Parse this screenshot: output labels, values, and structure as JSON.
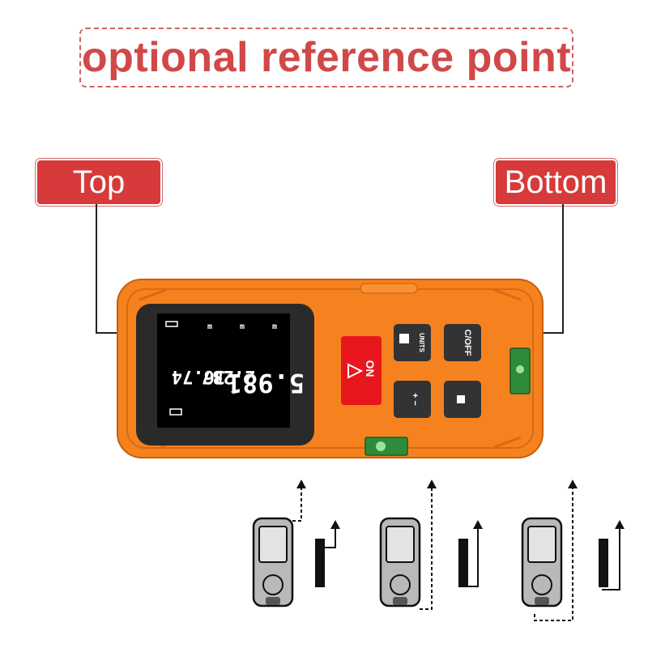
{
  "title": "optional reference point",
  "labels": {
    "top": "Top",
    "bottom": "Bottom"
  },
  "device": {
    "display": {
      "row1": "36.74",
      "row2": "2.287",
      "row3": "5.981",
      "unit": "m"
    },
    "buttons": {
      "on": "ON",
      "units": "UNITS",
      "c_off": "C/OFF",
      "plus_minus": "+ −",
      "ref": ""
    }
  },
  "colors": {
    "title": "#d14848",
    "tag": "#d63a3a",
    "body": "#f5821f",
    "screen": "#000000",
    "button": "#333333",
    "on_button": "#e8161d"
  },
  "icons": [
    "warning-icon",
    "level-bubble-icon",
    "arrow-up-icon"
  ]
}
